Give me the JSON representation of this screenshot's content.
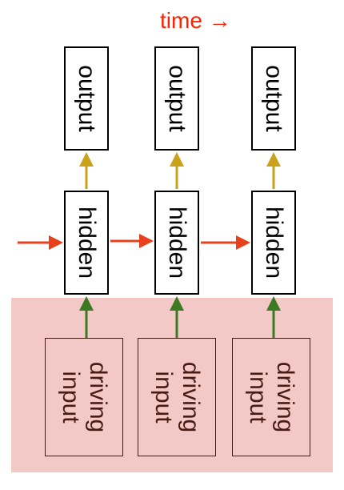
{
  "title": "time →",
  "columns": [
    {
      "output": "output",
      "hidden": "hidden",
      "input": "driving\ninput"
    },
    {
      "output": "output",
      "hidden": "hidden",
      "input": "driving\ninput"
    },
    {
      "output": "output",
      "hidden": "hidden",
      "input": "driving\ninput"
    }
  ],
  "colors": {
    "time": "#ff2200",
    "recurrent_arrow": "#e8401c",
    "output_arrow": "#c9a21a",
    "input_arrow": "#3b7a22",
    "input_band": "#f2c9c6",
    "input_text": "#4a1a14"
  }
}
